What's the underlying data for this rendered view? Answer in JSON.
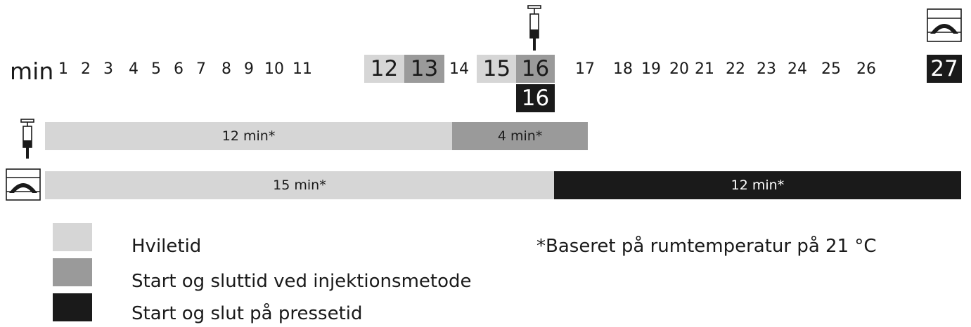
{
  "timeline": {
    "unit_label": "min",
    "ticks": [
      {
        "label": "1"
      },
      {
        "label": "2"
      },
      {
        "label": "3"
      },
      {
        "label": "4"
      },
      {
        "label": "5"
      },
      {
        "label": "6"
      },
      {
        "label": "7"
      },
      {
        "label": "8"
      },
      {
        "label": "9"
      },
      {
        "label": "10"
      },
      {
        "label": "11"
      },
      {
        "label": "12",
        "style": "light"
      },
      {
        "label": "13",
        "style": "mid"
      },
      {
        "label": "14"
      },
      {
        "label": "15",
        "style": "light"
      },
      {
        "label": "16",
        "style": "mid"
      },
      {
        "label": "17"
      },
      {
        "label": "18"
      },
      {
        "label": "19"
      },
      {
        "label": "20"
      },
      {
        "label": "21"
      },
      {
        "label": "22"
      },
      {
        "label": "23"
      },
      {
        "label": "24"
      },
      {
        "label": "25"
      },
      {
        "label": "26"
      },
      {
        "label": "27",
        "style": "dark"
      }
    ],
    "sub_marker": "16"
  },
  "bars": {
    "injection": {
      "segments": [
        {
          "label": "12 min*",
          "minutes": 12,
          "style": "light"
        },
        {
          "label": "4 min*",
          "minutes": 4,
          "style": "mid"
        }
      ]
    },
    "press": {
      "segments": [
        {
          "label": "15 min*",
          "minutes": 15,
          "style": "light"
        },
        {
          "label": "12 min*",
          "minutes": 12,
          "style": "dark"
        }
      ]
    }
  },
  "legend": {
    "items": [
      {
        "label": "Hviletid",
        "style": "light"
      },
      {
        "label": "Start og sluttid ved injektionsmetode",
        "style": "mid"
      },
      {
        "label": "Start og slut på pressetid",
        "style": "dark"
      }
    ]
  },
  "note": "*Baseret på rumtemperatur på 21 °C",
  "colors": {
    "light": "#d6d6d6",
    "mid": "#9a9a9a",
    "dark": "#1a1a1a"
  },
  "icons": {
    "syringe": "syringe-icon",
    "press": "press-icon"
  }
}
